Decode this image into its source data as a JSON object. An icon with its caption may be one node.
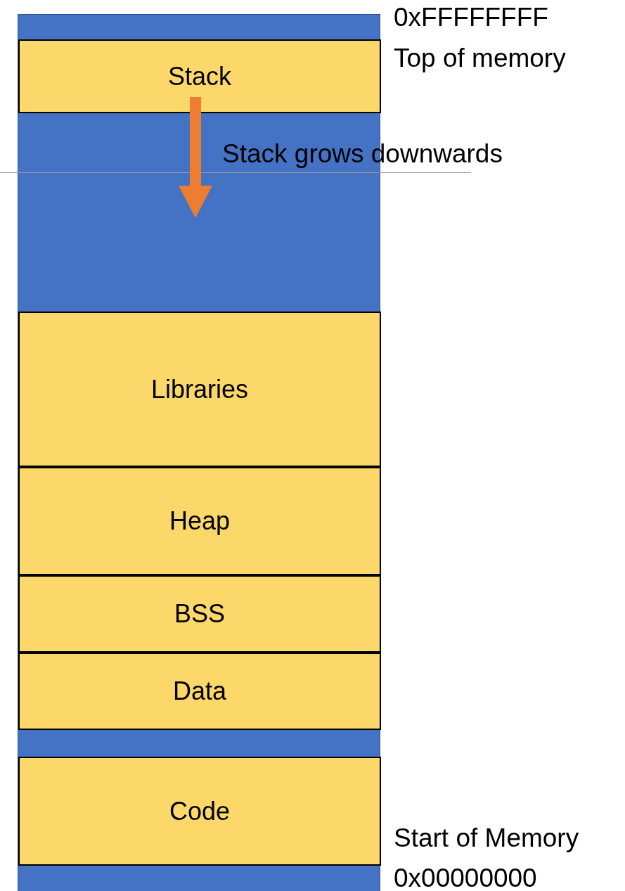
{
  "diagram": {
    "nodes": [
      {
        "text": [],
        "shape": "box"
      },
      {
        "text": [
          "Stack"
        ],
        "in": 0
      },
      {
        "text": [
          "Libraries"
        ],
        "in": 0
      },
      {
        "text": [
          "Heap"
        ],
        "in": 0
      },
      {
        "text": [
          "BSS"
        ],
        "in": 0
      },
      {
        "text": [
          "Data"
        ],
        "in": 0
      },
      {
        "text": [
          "Code"
        ],
        "in": 0
      }
    ],
    "edges": [],
    "labels": [
      "0xFFFFFFFF",
      "Top of memory",
      "Stack grows downwards",
      "Start of Memory",
      "0x00000000"
    ]
  }
}
